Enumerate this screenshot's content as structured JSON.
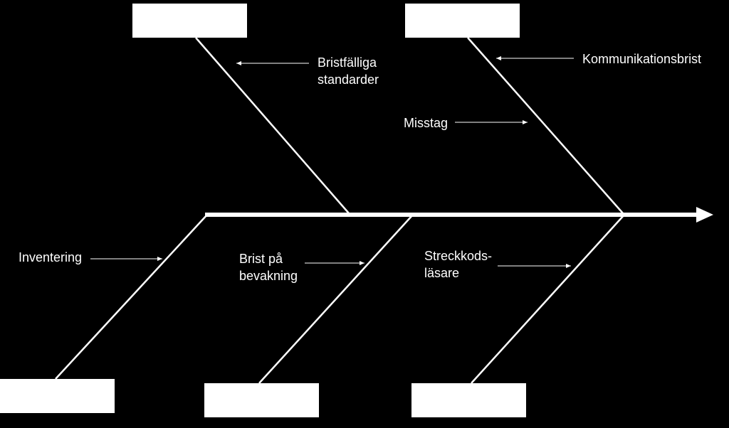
{
  "colors": {
    "background": "#000000",
    "foreground": "#ffffff"
  },
  "labels": {
    "bristfalliga": [
      "Bristfälliga",
      "standarder"
    ],
    "kommunikation": "Kommunikationsbrist",
    "misstag": "Misstag",
    "inventering": "Inventering",
    "bevakning": [
      "Brist på",
      "bevakning"
    ],
    "streckkod": [
      "Streckkods-",
      "läsare"
    ]
  },
  "category_boxes": {
    "top_left": "",
    "top_right": "",
    "bottom_left": "",
    "bottom_middle": "",
    "bottom_right": ""
  }
}
